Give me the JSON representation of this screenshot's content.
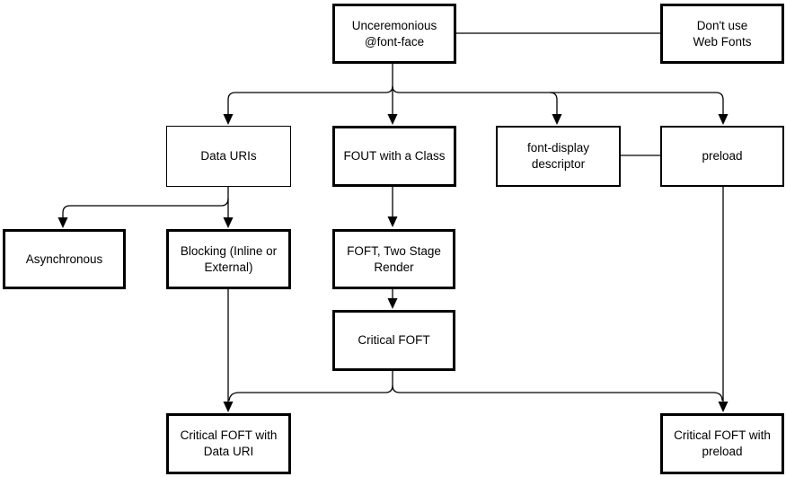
{
  "diagram": {
    "type": "flowchart",
    "colors": {
      "background": "#ffffff",
      "line": "#000000",
      "node_border": "#000000",
      "node_fill": "#ffffff",
      "text": "#000000"
    },
    "nodes": {
      "unceremonious": {
        "label": "Unceremonious\n@font-face"
      },
      "dont_use": {
        "label": "Don't use\nWeb Fonts"
      },
      "data_uris": {
        "label": "Data URIs"
      },
      "fout_class": {
        "label": "FOUT with a Class"
      },
      "font_display": {
        "label": "font-display\ndescriptor"
      },
      "preload": {
        "label": "preload"
      },
      "asynchronous": {
        "label": "Asynchronous"
      },
      "blocking": {
        "label": "Blocking (Inline or\nExternal)"
      },
      "foft_two_stage": {
        "label": "FOFT, Two Stage\nRender"
      },
      "critical_foft": {
        "label": "Critical FOFT"
      },
      "critical_foft_data_uri": {
        "label": "Critical FOFT with\nData URI"
      },
      "critical_foft_preload": {
        "label": "Critical FOFT with\npreload"
      }
    },
    "edges": [
      {
        "from": "Unceremonious @font-face",
        "to": "Don't use Web Fonts",
        "arrow": false
      },
      {
        "from": "Unceremonious @font-face",
        "to": "Data URIs",
        "arrow": true
      },
      {
        "from": "Unceremonious @font-face",
        "to": "FOUT with a Class",
        "arrow": true
      },
      {
        "from": "Unceremonious @font-face",
        "to": "font-display descriptor",
        "arrow": true
      },
      {
        "from": "Unceremonious @font-face",
        "to": "preload",
        "arrow": true
      },
      {
        "from": "font-display descriptor",
        "to": "preload",
        "arrow": false
      },
      {
        "from": "Data URIs",
        "to": "Asynchronous",
        "arrow": true
      },
      {
        "from": "Data URIs",
        "to": "Blocking (Inline or External)",
        "arrow": true
      },
      {
        "from": "FOUT with a Class",
        "to": "FOFT, Two Stage Render",
        "arrow": true
      },
      {
        "from": "FOFT, Two Stage Render",
        "to": "Critical FOFT",
        "arrow": true
      },
      {
        "from": "Blocking (Inline or External)",
        "to": "Critical FOFT with Data URI",
        "arrow": true
      },
      {
        "from": "Critical FOFT",
        "to": "Critical FOFT with Data URI",
        "arrow": true
      },
      {
        "from": "Critical FOFT",
        "to": "Critical FOFT with preload",
        "arrow": true
      },
      {
        "from": "preload",
        "to": "Critical FOFT with preload",
        "arrow": true
      }
    ]
  }
}
